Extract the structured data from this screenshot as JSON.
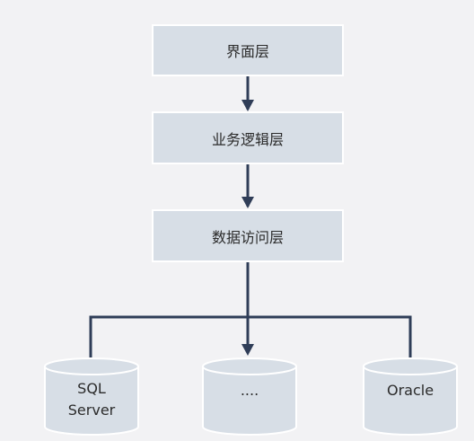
{
  "layers": {
    "ui": "界面层",
    "business": "业务逻辑层",
    "data_access": "数据访问层"
  },
  "databases": {
    "left_line1": "SQL",
    "left_line2": "Server",
    "middle": "....",
    "right": "Oracle"
  },
  "colors": {
    "box_fill": "#d7dee6",
    "box_border": "#ffffff",
    "connector": "#2f3d57",
    "background": "#f2f2f4"
  }
}
